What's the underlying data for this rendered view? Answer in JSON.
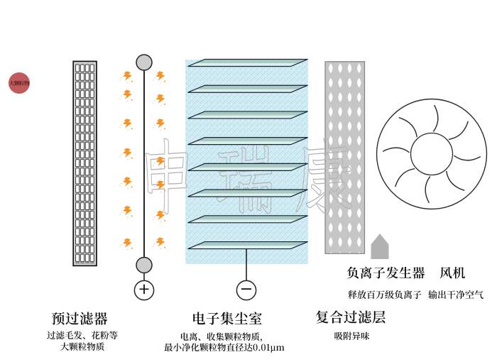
{
  "diagram_title": "air-purifier-filtration-stages",
  "watermark": {
    "text": "申瑞康"
  },
  "particle_badge": {
    "text": "大颗粒物"
  },
  "stages": {
    "prefilter": {
      "label": "预过滤器",
      "desc_lines": [
        "过滤毛发、花粉等",
        "大颗粒物质"
      ]
    },
    "dust_chamber": {
      "label": "电子集尘室",
      "desc_lines": [
        "电离、收集颗粒物质，",
        "最小净化颗粒物直径达0.01µm"
      ],
      "plate_count": 8,
      "positive_sign": "+",
      "negative_sign": "−"
    },
    "composite_filter": {
      "label": "复合过滤层",
      "desc_lines": [
        "吸附异味"
      ]
    },
    "ion_generator": {
      "label": "负离子发生器",
      "desc": "释放百万级负离子"
    },
    "fan": {
      "label": "风机",
      "desc": "输出干净空气",
      "blade_count": 8
    }
  },
  "colors": {
    "bolt_orange": "#f99322",
    "chamber_cyan": "#ccf3f2",
    "chamber_dot": "#cf9ef5",
    "plate_teal": "#a8cac2",
    "plate_light": "#ddf1ec",
    "plate_line": "#17213a",
    "badge_red": "#c15a5a",
    "filter_gray": "#c6c6c6",
    "electrode_gray": "#cccccc",
    "watermark_gray": "#b2b2b2"
  }
}
